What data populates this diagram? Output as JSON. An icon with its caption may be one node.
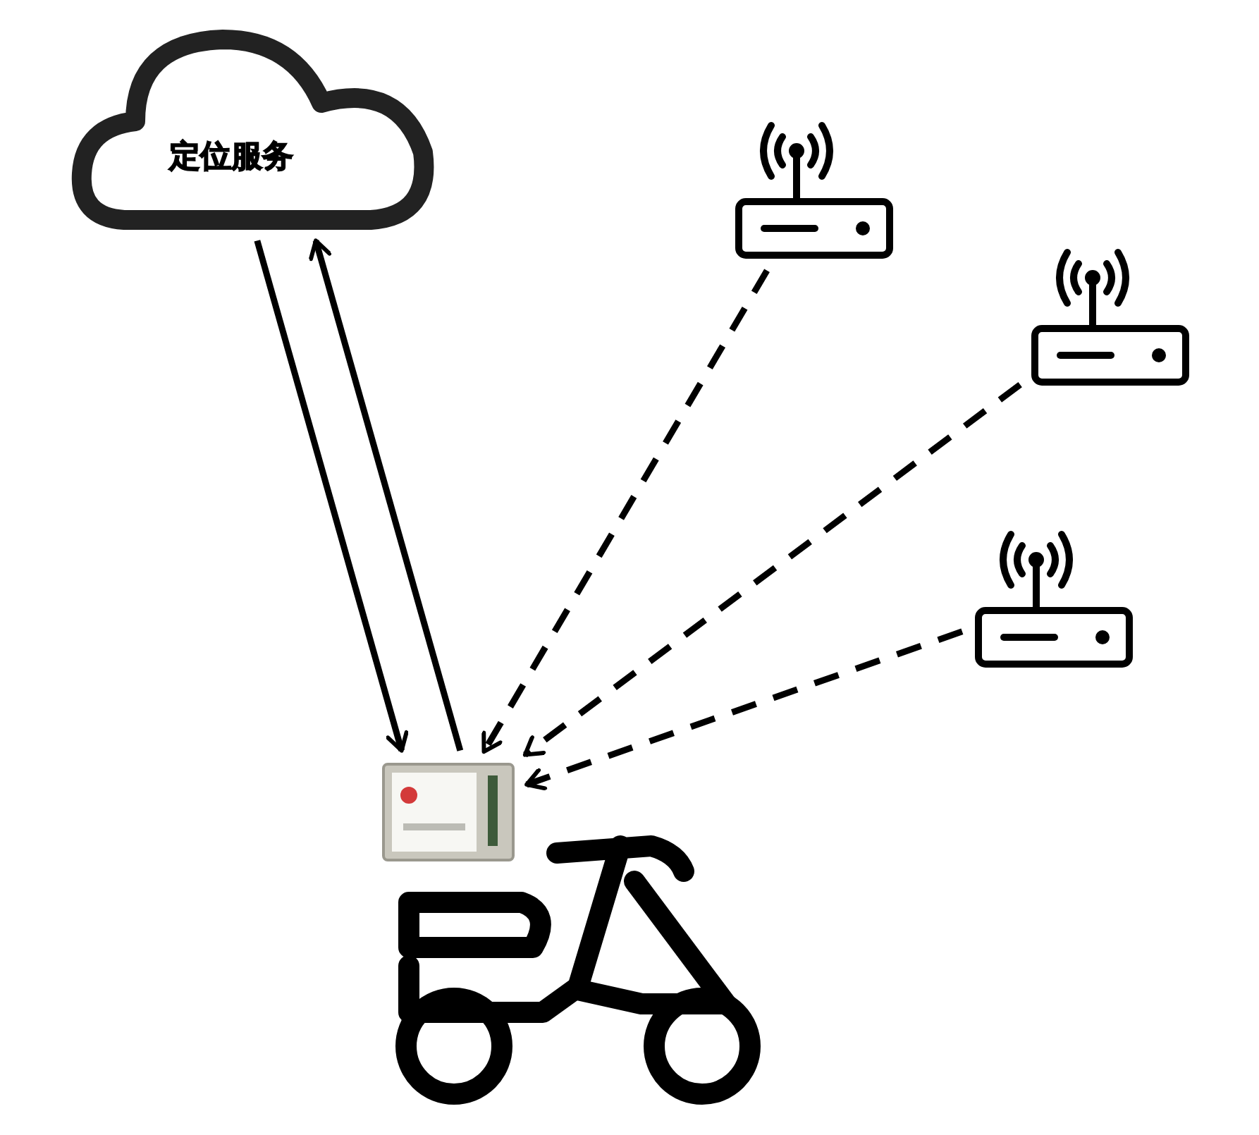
{
  "diagram": {
    "nodes": [
      {
        "text": [
          "定位服务"
        ]
      },
      {
        "text": [],
        "shape": "router"
      },
      {
        "text": [],
        "shape": "router"
      },
      {
        "text": [],
        "shape": "router"
      },
      {
        "text": [],
        "shape": "picture"
      }
    ],
    "edges": [
      {
        "from": 0,
        "to": 4,
        "arrow": "to"
      },
      {
        "from": 4,
        "to": 0,
        "arrow": "to"
      },
      {
        "from": 1,
        "to": 4,
        "arrow": "to",
        "style": "dashed"
      },
      {
        "from": 2,
        "to": 4,
        "arrow": "to",
        "style": "dashed"
      },
      {
        "from": 3,
        "to": 4,
        "arrow": "to",
        "style": "dashed"
      }
    ]
  }
}
